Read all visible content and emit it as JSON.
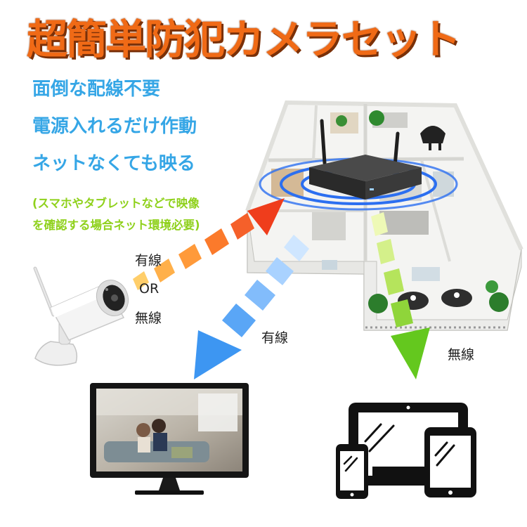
{
  "title": "超簡単防犯カメラセット",
  "features": [
    "面倒な配線不要",
    "電源入れるだけ作動",
    "ネットなくても映る"
  ],
  "note": [
    "(スマホやタブレットなどで映像",
    "を確認する場合ネット環境必要)"
  ],
  "camera_link": {
    "wired": "有線",
    "or": "OR",
    "wireless": "無線"
  },
  "tv_link": "有線",
  "device_link": "無線",
  "colors": {
    "title": "#f06a16",
    "features": "#35a6e6",
    "note": "#8fd11c",
    "arrow_orange": "#f25c22",
    "arrow_blue": "#3d96f2",
    "arrow_green": "#64c81e",
    "signal_ring": "#2c6ff0"
  },
  "icons": [
    "security-camera-icon",
    "nvr-recorder-icon",
    "monitor-icon",
    "laptop-icon",
    "smartphone-icon",
    "tablet-icon"
  ]
}
